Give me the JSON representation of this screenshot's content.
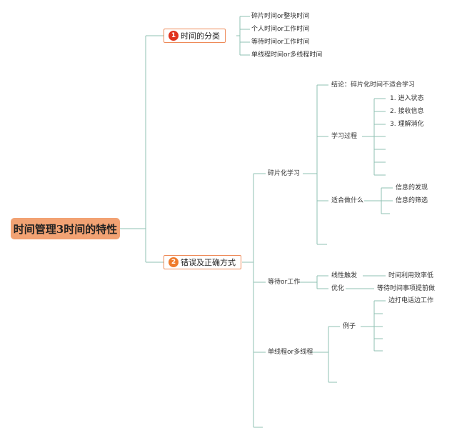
{
  "root": {
    "title": "时间管理3时间的特性"
  },
  "branch1": {
    "number": "1",
    "label": "时间的分类",
    "items": [
      "碎片时间or整块时间",
      "个人时间or工作时间",
      "等待时间or工作时间",
      "单线程时间or多线程时间"
    ]
  },
  "branch2": {
    "number": "2",
    "label": "错误及正确方式",
    "fragment_learning": {
      "label": "碎片化学习",
      "conclusion": "结论：碎片化时间不适合学习",
      "process": {
        "label": "学习过程",
        "steps": [
          "1. 进入状态",
          "2. 接收信息",
          "3. 理解消化"
        ]
      },
      "suitable": {
        "label": "适合做什么",
        "items": [
          "信息的发现",
          "信息的筛选"
        ]
      }
    },
    "waiting_or_work": {
      "label": "等待or工作",
      "linear": {
        "label": "线性触发",
        "detail": "时间利用效率低"
      },
      "optimize": {
        "label": "优化",
        "detail": "等待时间事项提前做"
      }
    },
    "threads": {
      "label": "单线程or多线程",
      "example": {
        "label": "例子",
        "items": [
          "边打电话边工作"
        ]
      }
    }
  },
  "colors": {
    "line": "#8fc1b3",
    "root_fill": "#f2a273",
    "branch_border": "#ee8a58",
    "badge1": "#e0321e",
    "badge2": "#ef7a2b"
  }
}
